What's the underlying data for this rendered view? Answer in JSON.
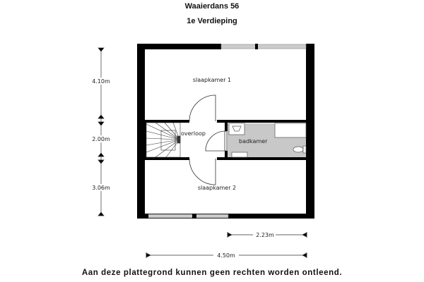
{
  "header": {
    "title": "Waaierdans 56",
    "floor": "1e Verdieping"
  },
  "rooms": {
    "bedroom1": "slaapkamer 1",
    "landing": "overloop",
    "bathroom": "badkamer",
    "bedroom2": "slaapkamer 2"
  },
  "dimensions": {
    "top_height": "4.10m",
    "middle_height": "2.00m",
    "bottom_height": "3.06m",
    "partial_width": "2.23m",
    "total_width": "4.50m"
  },
  "footer": {
    "disclaimer": "Aan deze plattegrond kunnen geen rechten worden ontleend."
  }
}
